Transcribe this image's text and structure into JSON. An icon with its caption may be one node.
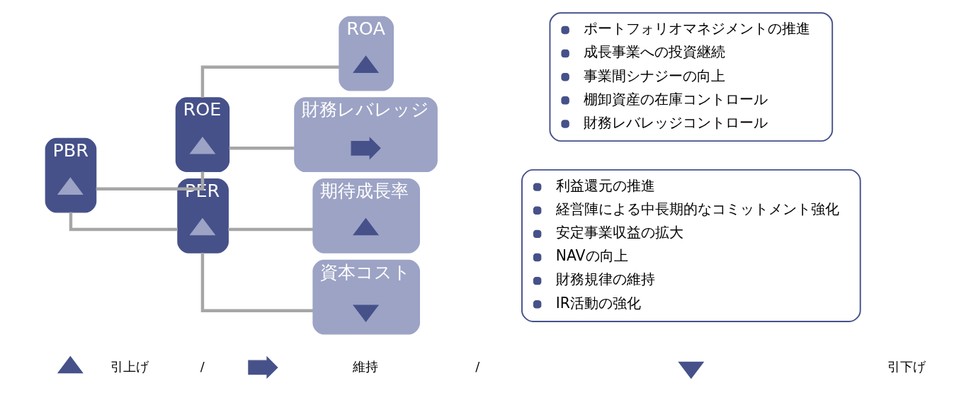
{
  "diagram": {
    "nodes": [
      {
        "text": [],
        "shape": "arrow"
      },
      {
        "text": [],
        "shape": "arrow"
      },
      {
        "text": [],
        "shape": "arrow"
      },
      {
        "text": [
          "PBR"
        ]
      },
      {
        "text": [],
        "shape": "arrow",
        "in": 3
      },
      {
        "text": [
          "ROE"
        ]
      },
      {
        "text": [],
        "shape": "arrow",
        "in": 5
      },
      {
        "text": [
          "PER"
        ]
      },
      {
        "text": [],
        "shape": "arrow",
        "in": 7
      },
      {
        "text": [
          "ROA"
        ]
      },
      {
        "text": [],
        "shape": "arrow",
        "in": 9
      },
      {
        "text": [
          "財務レバレッジ"
        ]
      },
      {
        "text": [],
        "shape": "arrow",
        "in": 11
      },
      {
        "text": [
          "期待成長率"
        ]
      },
      {
        "text": [],
        "shape": "arrow",
        "in": 13
      },
      {
        "text": [
          "資本コスト"
        ]
      },
      {
        "text": [],
        "shape": "arrow",
        "in": 15
      },
      {
        "text": [
          "ポートフォリオマネジメントの推進",
          "成長事業への投資継続",
          "事業間シナジーの向上",
          "棚卸資産の在庫コントロール",
          "財務レバレッジコントロール"
        ]
      },
      {
        "text": [
          "利益還元の推進",
          "経営陣による中長期的なコミットメント強化",
          "安定事業収益の拡大",
          "NAVの向上",
          "財務規律の維持",
          "IR活動の強化"
        ]
      }
    ],
    "edges": [
      {
        "from": 3,
        "to": 5,
        "arrow": "none"
      },
      {
        "from": 3,
        "to": 7,
        "arrow": "none"
      },
      {
        "from": 5,
        "to": 9,
        "arrow": "none"
      },
      {
        "from": 5,
        "to": 11,
        "arrow": "none"
      },
      {
        "from": 7,
        "to": 13,
        "arrow": "none"
      },
      {
        "from": 7,
        "to": 15,
        "arrow": "none"
      }
    ],
    "labels": [
      "/",
      "/"
    ],
    "legend": [
      {
        "text": "引上げ"
      },
      {
        "text": "維持"
      },
      {
        "text": "引下げ"
      }
    ]
  }
}
